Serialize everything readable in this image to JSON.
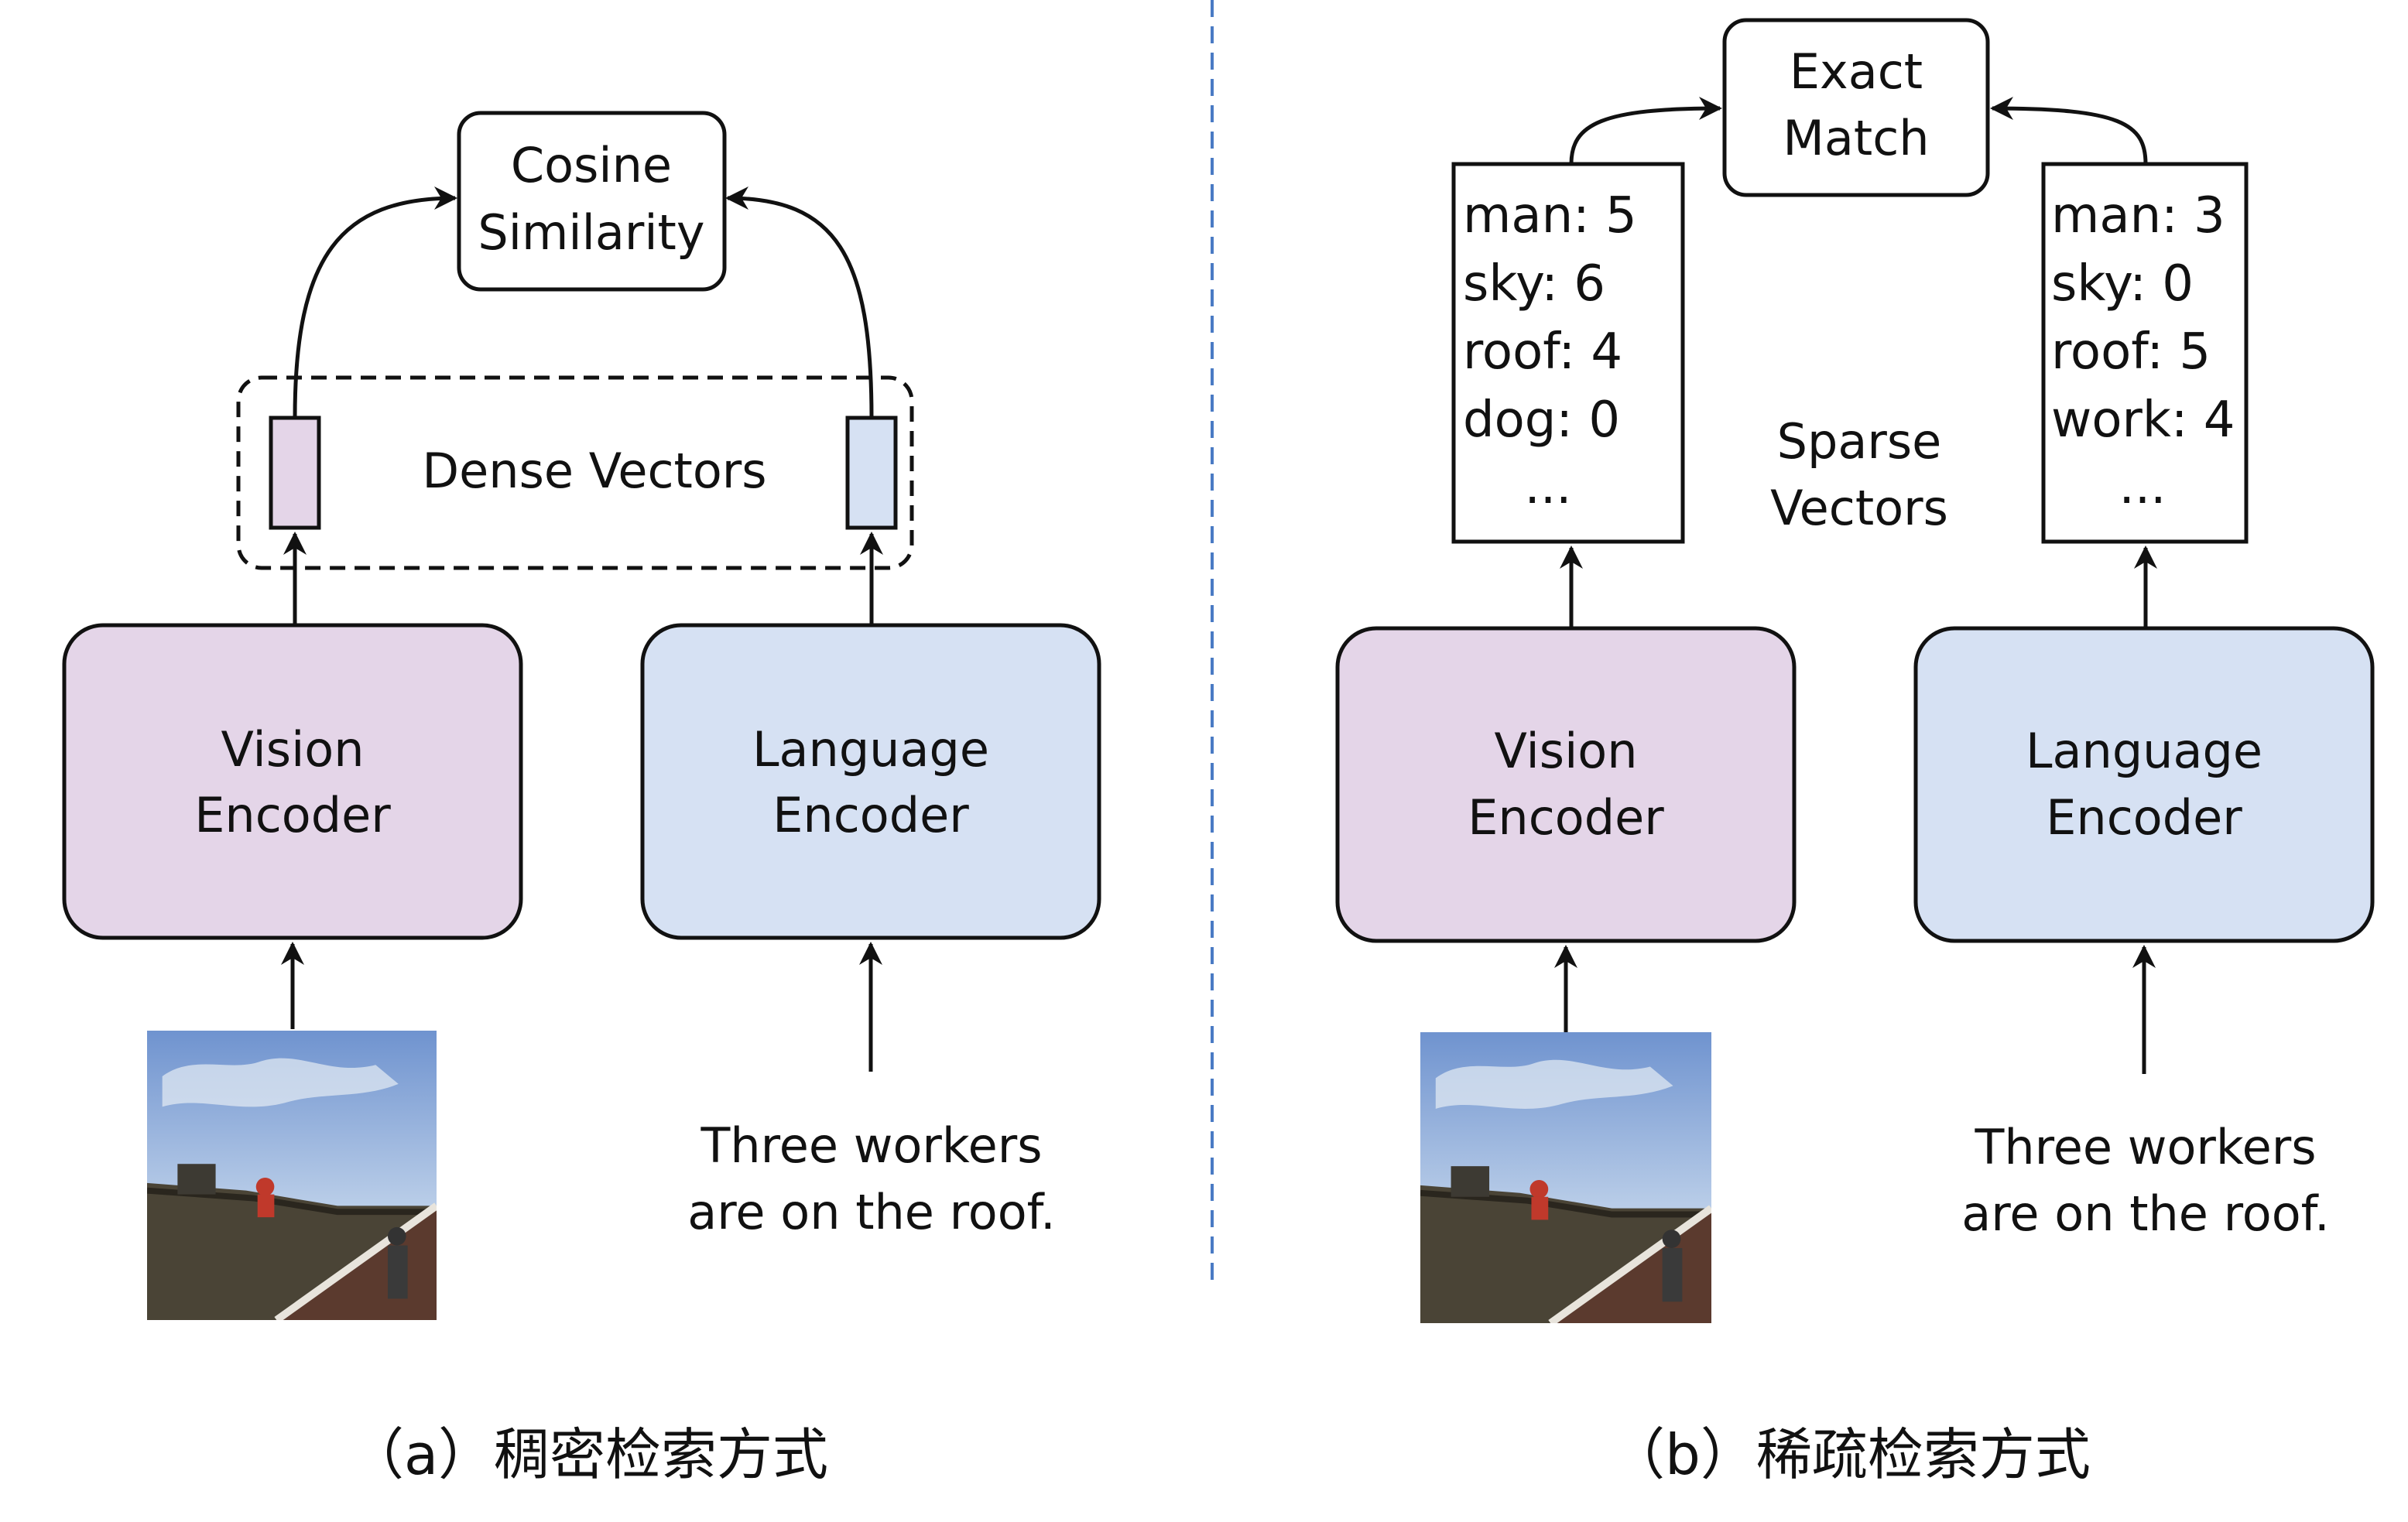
{
  "colors": {
    "vision_fill": "#e4d5e8",
    "language_fill": "#d6e1f3",
    "stroke": "#111111",
    "divider": "#4a7bc4",
    "sky": "#8eaedb",
    "roof": "#4a4436"
  },
  "left_panel": {
    "similarity_label": [
      "Cosine",
      "Similarity"
    ],
    "dense_vectors_label": "Dense Vectors",
    "vision_encoder_label": [
      "Vision",
      "Encoder"
    ],
    "language_encoder_label": [
      "Language",
      "Encoder"
    ],
    "caption_text": [
      "Three workers",
      "are on the roof."
    ],
    "panel_caption": "（a）稠密检索方式"
  },
  "right_panel": {
    "match_label": [
      "Exact",
      "Match"
    ],
    "sparse_vectors_label": [
      "Sparse",
      "Vectors"
    ],
    "image_vector": [
      "man: 5",
      "sky: 6",
      "roof: 4",
      "dog: 0",
      "..."
    ],
    "text_vector": [
      "man: 3",
      "sky: 0",
      "roof: 5",
      "work: 4",
      "..."
    ],
    "vision_encoder_label": [
      "Vision",
      "Encoder"
    ],
    "language_encoder_label": [
      "Language",
      "Encoder"
    ],
    "caption_text": [
      "Three workers",
      "are on the roof."
    ],
    "panel_caption": "（b）稀疏检索方式"
  }
}
